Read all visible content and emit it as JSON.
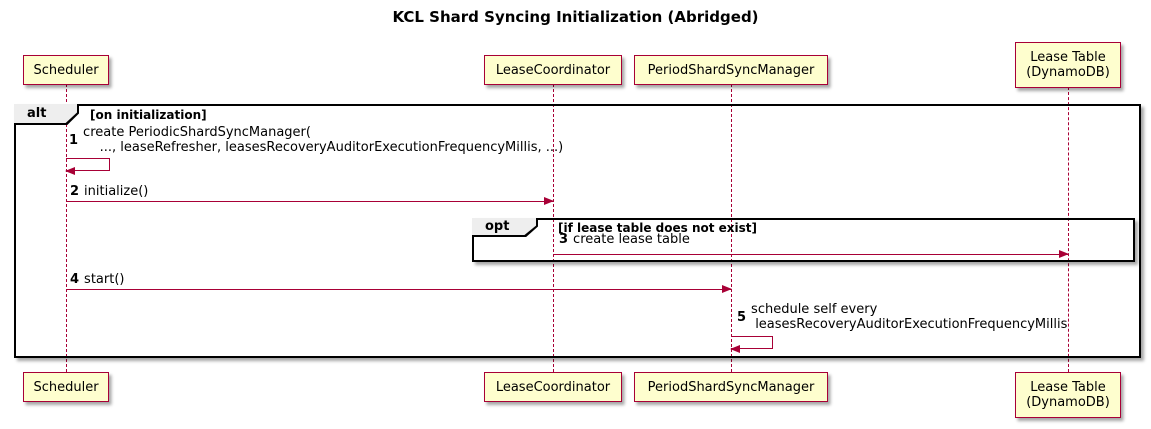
{
  "title": "KCL Shard Syncing Initialization (Abridged)",
  "participants": [
    {
      "name": "Scheduler"
    },
    {
      "name": "LeaseCoordinator"
    },
    {
      "name": "PeriodShardSyncManager"
    },
    {
      "name": "Lease Table\n(DynamoDB)"
    }
  ],
  "frames": {
    "alt": {
      "label": "alt",
      "guard": "[on initialization]"
    },
    "opt": {
      "label": "opt",
      "guard": "[if lease table does not exist]"
    }
  },
  "messages": [
    {
      "num": "1",
      "text": "create PeriodicShardSyncManager(\n    ..., leaseRefresher, leasesRecoveryAuditorExecutionFrequencyMillis, ...)",
      "from": "Scheduler",
      "to": "Scheduler",
      "type": "self"
    },
    {
      "num": "2",
      "text": "initialize()",
      "from": "Scheduler",
      "to": "LeaseCoordinator",
      "type": "solid-arrow"
    },
    {
      "num": "3",
      "text": "create lease table",
      "from": "LeaseCoordinator",
      "to": "Lease Table (DynamoDB)",
      "type": "solid-arrow"
    },
    {
      "num": "4",
      "text": "start()",
      "from": "Scheduler",
      "to": "PeriodShardSyncManager",
      "type": "solid-arrow"
    },
    {
      "num": "5",
      "text": "schedule self every\n leasesRecoveryAuditorExecutionFrequencyMillis",
      "from": "PeriodShardSyncManager",
      "to": "PeriodShardSyncManager",
      "type": "self"
    }
  ],
  "colors": {
    "participant_fill": "#FEFECE",
    "participant_border": "#A80036",
    "lifeline": "#A80036",
    "arrow": "#A80036",
    "frame_border": "#000000",
    "frame_label_fill": "#EEEEEE"
  }
}
